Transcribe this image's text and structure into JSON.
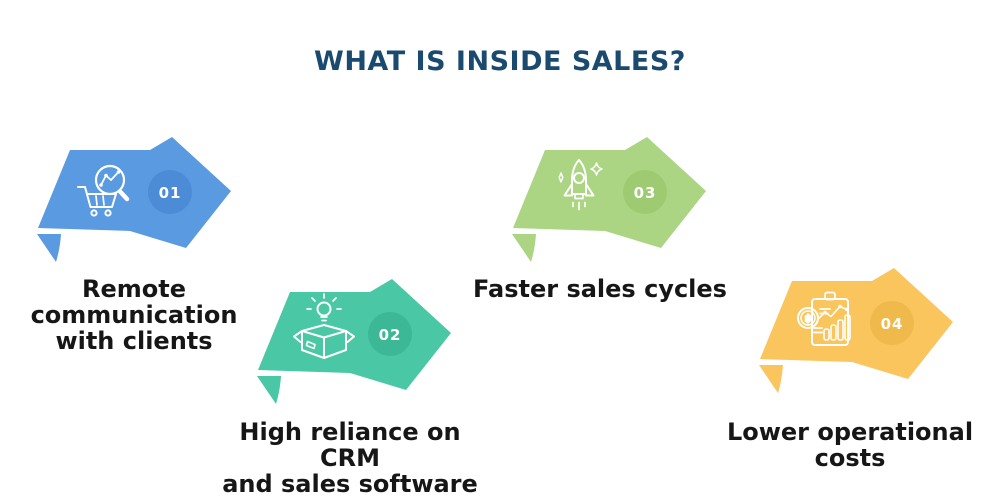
{
  "title": {
    "text": "WHAT IS INSIDE SALES?",
    "color": "#1a4a6e"
  },
  "text_color": "#161616",
  "steps": [
    {
      "number": "01",
      "label": "Remote communication with clients",
      "label_lines": [
        "Remote",
        "communication",
        "with clients"
      ],
      "color": "#5a9ae1",
      "badge_color": "#4c8cd6",
      "icon": "cart-search-analytics-icon"
    },
    {
      "number": "02",
      "label": "High reliance on CRM and sales software",
      "label_lines": [
        "High reliance on CRM",
        "and sales software"
      ],
      "color": "#4ac7a4",
      "badge_color": "#3cb896",
      "icon": "open-box-idea-icon"
    },
    {
      "number": "03",
      "label": "Faster sales cycles",
      "label_lines": [
        "Faster sales cycles"
      ],
      "color": "#abd583",
      "badge_color": "#9ecb72",
      "icon": "rocket-icon"
    },
    {
      "number": "04",
      "label": "Lower operational costs",
      "label_lines": [
        "Lower operational",
        "costs"
      ],
      "color": "#f9c55c",
      "badge_color": "#efb94c",
      "icon": "clipboard-dollar-chart-icon",
      "currency": "$"
    }
  ]
}
